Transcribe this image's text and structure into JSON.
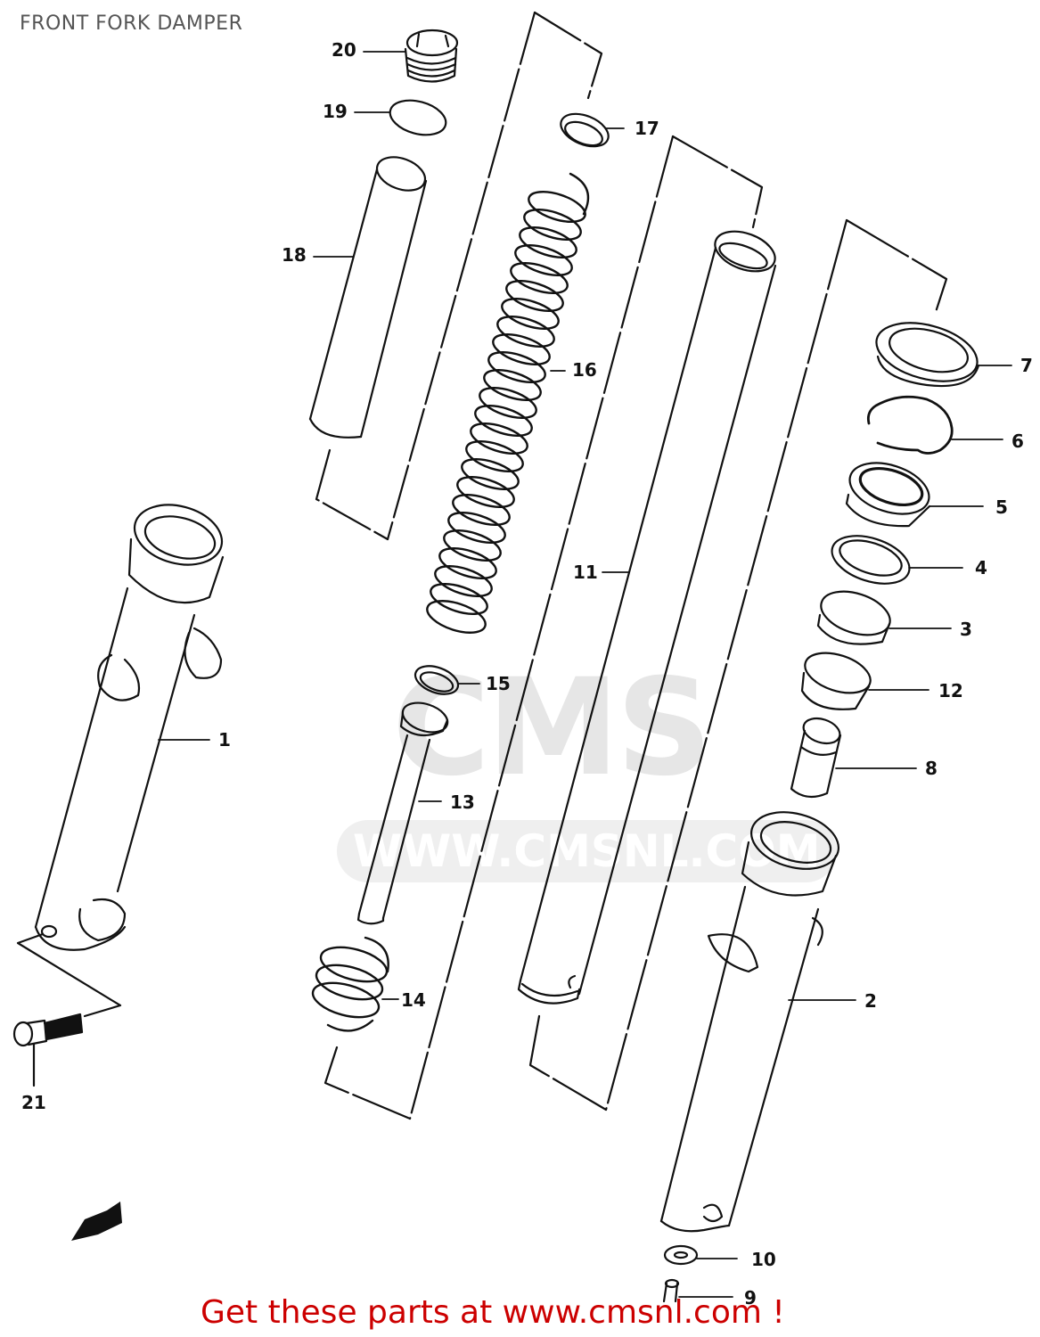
{
  "title": "FRONT FORK DAMPER",
  "footer": {
    "text": "Get these parts at www.cmsnl.com !",
    "color": "#cc0000"
  },
  "watermark": {
    "logo": "CMS",
    "url": "WWW.CMSNL.COM",
    "color": "#e6e6e6"
  },
  "callouts": [
    {
      "num": "1",
      "part": "outer-tube-left"
    },
    {
      "num": "2",
      "part": "outer-tube-right"
    },
    {
      "num": "3",
      "part": "ring"
    },
    {
      "num": "4",
      "part": "ring"
    },
    {
      "num": "5",
      "part": "oil-seal"
    },
    {
      "num": "6",
      "part": "stopper-ring"
    },
    {
      "num": "7",
      "part": "dust-seal"
    },
    {
      "num": "8",
      "part": "oil-lock-piece"
    },
    {
      "num": "9",
      "part": "drain-bolt"
    },
    {
      "num": "10",
      "part": "gasket"
    },
    {
      "num": "11",
      "part": "inner-tube"
    },
    {
      "num": "12",
      "part": "bushing"
    },
    {
      "num": "13",
      "part": "damper-rod"
    },
    {
      "num": "14",
      "part": "rebound-spring"
    },
    {
      "num": "15",
      "part": "ring"
    },
    {
      "num": "16",
      "part": "fork-spring"
    },
    {
      "num": "17",
      "part": "spacer-ring"
    },
    {
      "num": "18",
      "part": "spacer"
    },
    {
      "num": "19",
      "part": "o-ring"
    },
    {
      "num": "20",
      "part": "cap-bolt"
    },
    {
      "num": "21",
      "part": "bolt"
    }
  ]
}
